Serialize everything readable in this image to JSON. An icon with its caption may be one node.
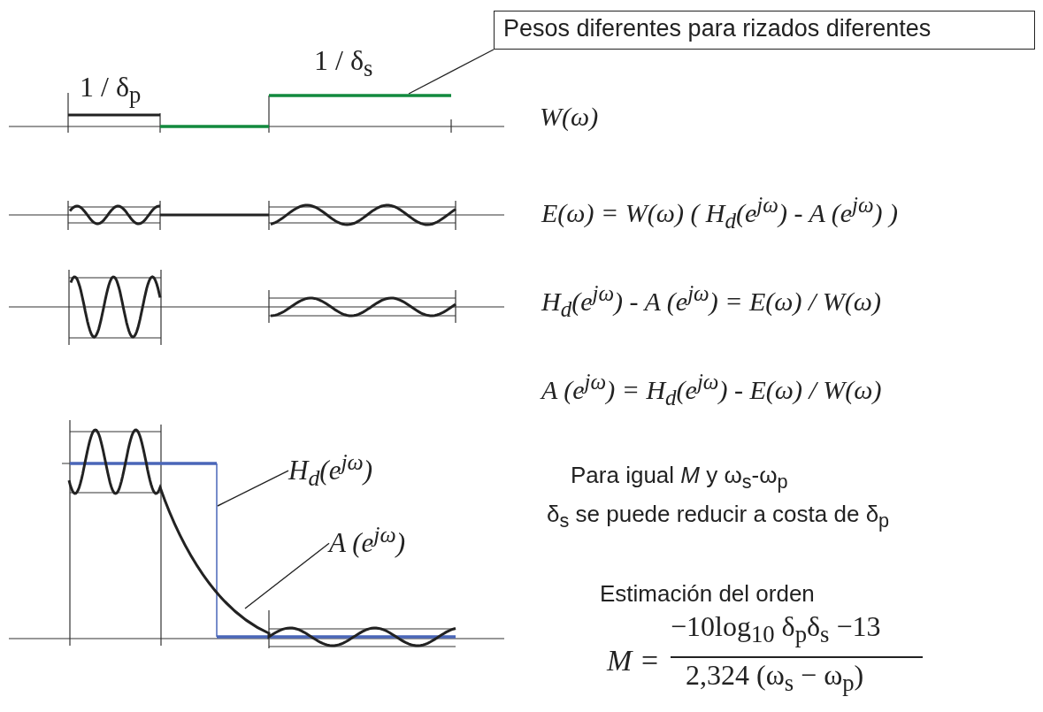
{
  "diagram": {
    "nodes": [
      {
        "text": [
          "Pesos diferentes para rizados diferentes"
        ]
      },
      {
        "text": [
          "H$_{d}$(e$^{jω}$)"
        ]
      },
      {
        "text": [
          "A (e$^{jω}$)"
        ]
      }
    ],
    "edges": [
      {
        "from": 0,
        "to": null,
        "arrow": "none"
      },
      {
        "from": 1,
        "to": null,
        "arrow": "none"
      },
      {
        "from": 2,
        "to": null,
        "arrow": "none"
      }
    ],
    "labels": [
      "1 / δ$_{p}$",
      "1 / δ$_{s}$",
      "W(ω)",
      "E(ω) = W(ω) ( H$_{d}$(e$^{jω}$) - A (e$^{jω}$) )",
      "H$_{d}$(e$^{jω}$) - A (e$^{jω}$) =  E(ω) / W(ω)",
      "A (e$^{jω}$) = H$_{d}$(e$^{jω}$) -  E(ω) / W(ω)",
      "Para igual *M* y ω$_{s}$-ω$_{p}$",
      "δ$_{s}$  se puede reducir a costa de  δ$_{p}$",
      "Estimación del orden",
      "M =",
      "−10log$_{10}$ δ$_{p}$δ$_{s}$ −13",
      "2,324 (ω$_{s}$ − ω$_{p}$)"
    ]
  }
}
